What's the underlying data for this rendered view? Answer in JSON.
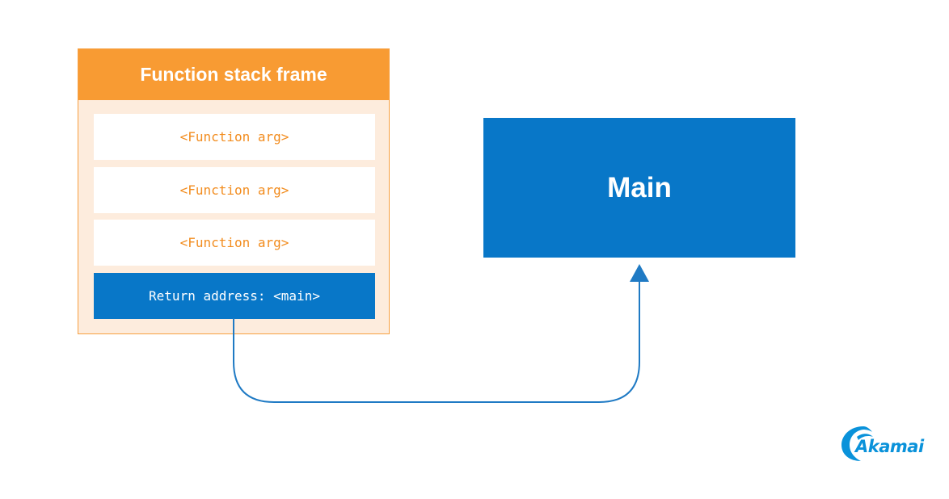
{
  "stack_frame": {
    "title": "Function stack frame",
    "slots": [
      {
        "label": "<Function arg>",
        "kind": "arg"
      },
      {
        "label": "<Function arg>",
        "kind": "arg"
      },
      {
        "label": "<Function arg>",
        "kind": "arg"
      },
      {
        "label": "Return address: <main>",
        "kind": "return"
      }
    ]
  },
  "main_box": {
    "label": "Main"
  },
  "logo": {
    "text": "Akamai",
    "icon": "akamai-wave-icon"
  },
  "colors": {
    "orange_header": "#F89B33",
    "orange_text": "#F28C1E",
    "frame_fill": "#FDECDD",
    "blue": "#0877C8",
    "connector": "#1F7AC4",
    "logo_blue": "#0A92DA"
  }
}
